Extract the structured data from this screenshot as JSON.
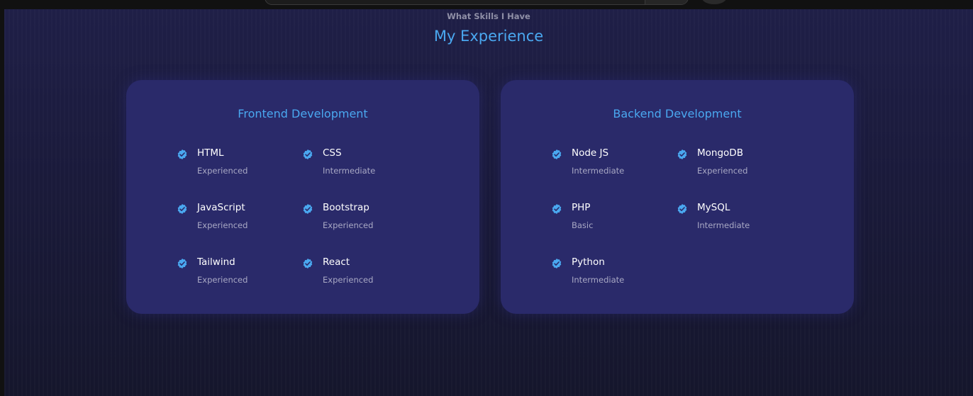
{
  "section": {
    "subtitle": "What Skills I Have",
    "title": "My Experience"
  },
  "frontend": {
    "title": "Frontend Development",
    "skills": [
      {
        "name": "HTML",
        "level": "Experienced"
      },
      {
        "name": "CSS",
        "level": "Intermediate"
      },
      {
        "name": "JavaScript",
        "level": "Experienced"
      },
      {
        "name": "Bootstrap",
        "level": "Experienced"
      },
      {
        "name": "Tailwind",
        "level": "Experienced"
      },
      {
        "name": "React",
        "level": "Experienced"
      }
    ]
  },
  "backend": {
    "title": "Backend Development",
    "skills": [
      {
        "name": "Node JS",
        "level": "Intermediate"
      },
      {
        "name": "MongoDB",
        "level": "Experienced"
      },
      {
        "name": "PHP",
        "level": "Basic"
      },
      {
        "name": "MySQL",
        "level": "Intermediate"
      },
      {
        "name": "Python",
        "level": "Intermediate"
      }
    ]
  },
  "colors": {
    "accent": "#4aa8f0",
    "card": "#2a2a6a",
    "background": "#1c1c42"
  },
  "icons": {
    "skill": "verified-check-icon"
  }
}
